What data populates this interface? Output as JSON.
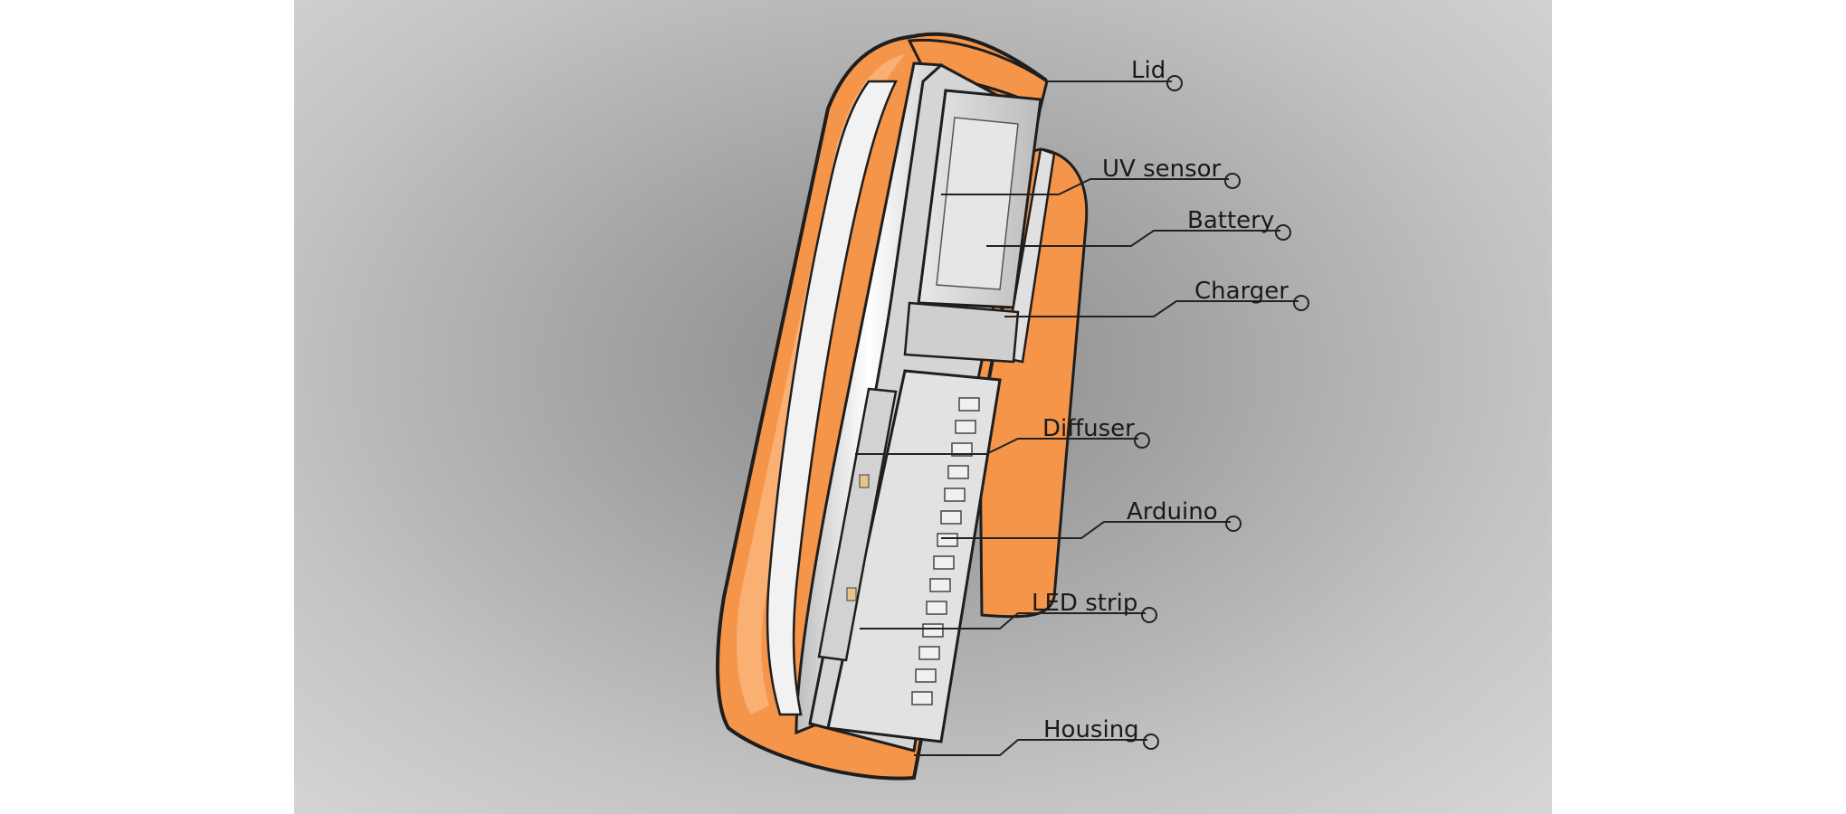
{
  "labels": {
    "lid": "Lid",
    "uv_sensor": "UV sensor",
    "battery": "Battery",
    "charger": "Charger",
    "diffuser": "Diffuser",
    "arduino": "Arduino",
    "led_strip": "LED strip",
    "housing": "Housing"
  },
  "colors": {
    "housing": "#f5954a",
    "housing_light": "#fbb77d",
    "outline": "#1e1e1e",
    "diffuser": "#eeeeee",
    "component": "#d9d9d9",
    "background": "#b0b0b0"
  }
}
